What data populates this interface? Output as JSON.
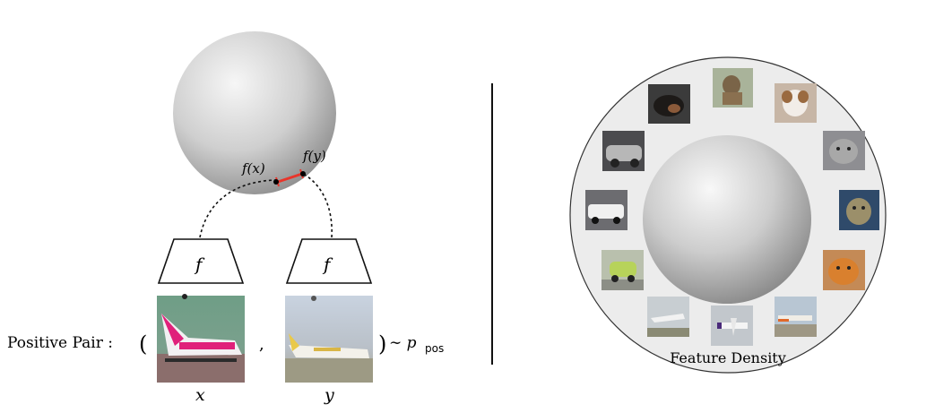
{
  "left_panel": {
    "sphere_points": [
      {
        "label": "f(x)"
      },
      {
        "label": "f(y)"
      }
    ],
    "encoders": [
      {
        "label": "f"
      },
      {
        "label": "f"
      }
    ],
    "pair_label": "Positive Pair :",
    "open_paren": "(",
    "comma": ",",
    "close_paren": ")",
    "distribution": "∼ p",
    "distribution_subscript": "pos",
    "images": [
      {
        "label": "x",
        "description": "airplane-photo"
      },
      {
        "label": "y",
        "description": "airplane-photo"
      }
    ],
    "colors": {
      "alignment_segment": "#e8352b",
      "sphere_light": "#f4f4f4",
      "sphere_dark": "#8c8c8c"
    }
  },
  "right_panel": {
    "caption": "Feature Density",
    "thumbnails": [
      {
        "name": "dog-thumbnail"
      },
      {
        "name": "dog-thumbnail"
      },
      {
        "name": "dog-thumbnail"
      },
      {
        "name": "cat-thumbnail"
      },
      {
        "name": "cat-thumbnail"
      },
      {
        "name": "cat-thumbnail"
      },
      {
        "name": "airplane-thumbnail"
      },
      {
        "name": "airplane-thumbnail"
      },
      {
        "name": "airplane-thumbnail"
      },
      {
        "name": "car-thumbnail"
      },
      {
        "name": "car-thumbnail"
      },
      {
        "name": "car-thumbnail"
      }
    ]
  }
}
